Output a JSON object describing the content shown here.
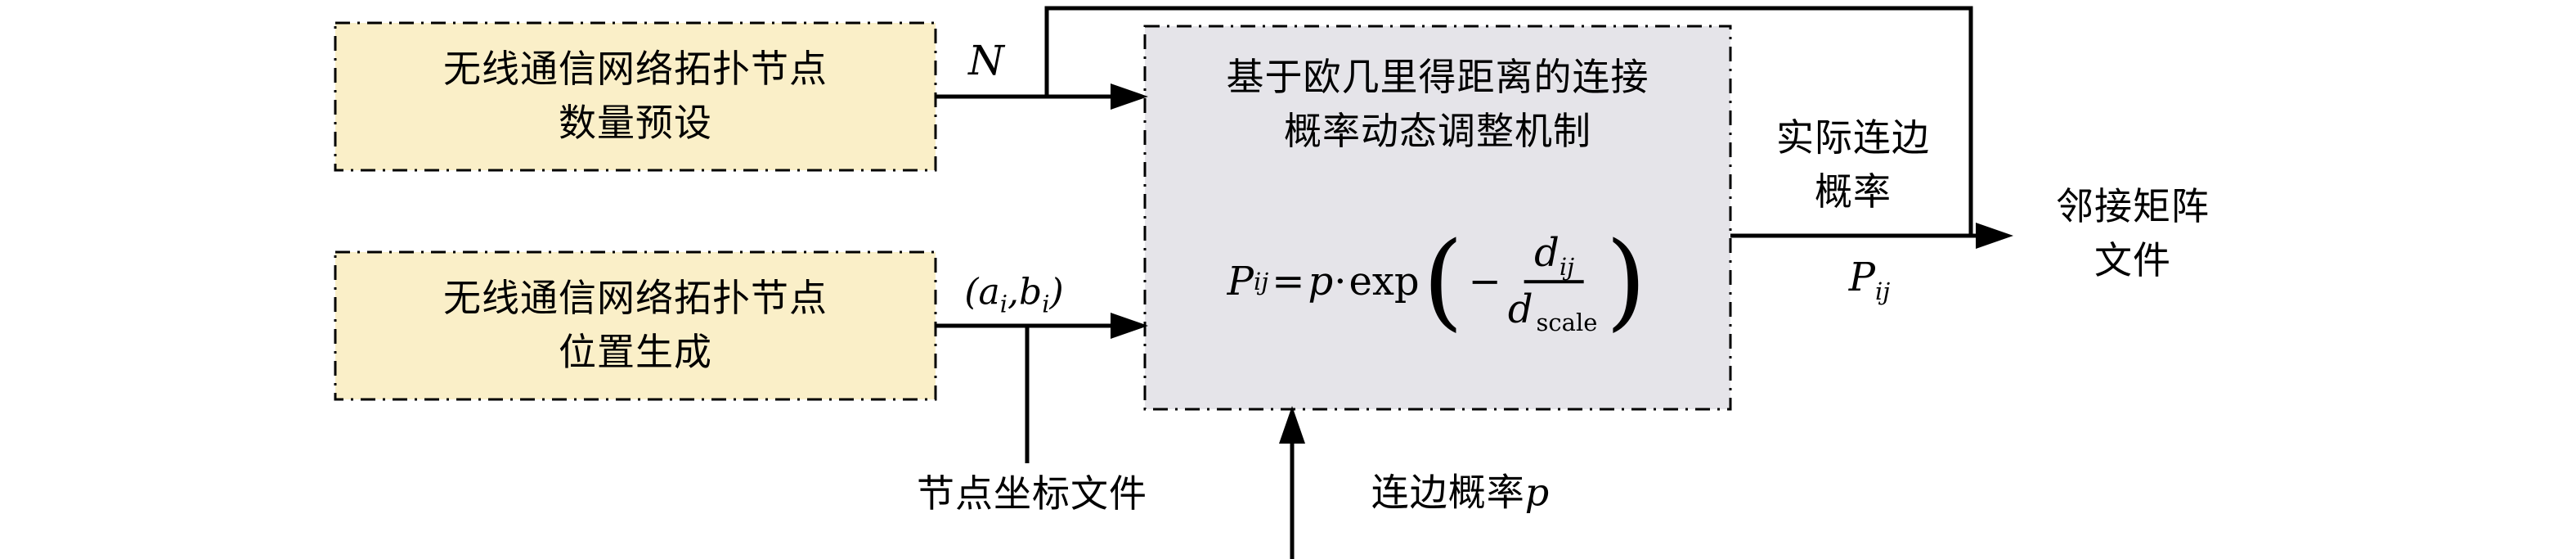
{
  "colors": {
    "box_fill_yellow": "#faefc8",
    "box_fill_gray": "#e5e4e9",
    "stroke": "#000000",
    "background": "#ffffff"
  },
  "boxes": {
    "node_count": {
      "line1": "无线通信网络拓扑节点",
      "line2": "数量预设"
    },
    "node_position": {
      "line1": "无线通信网络拓扑节点",
      "line2": "位置生成"
    },
    "mechanism": {
      "title_line1": "基于欧几里得距离的连接",
      "title_line2": "概率动态调整机制"
    }
  },
  "formula": {
    "lhs_base": "P",
    "lhs_sub": "ij",
    "equals": "=",
    "coef": "p",
    "dot": "·",
    "func": "exp",
    "lparen": "(",
    "minus": "−",
    "num_base": "d",
    "num_sub": "ij",
    "den_base": "d",
    "den_sub": "scale",
    "rparen": ")"
  },
  "labels": {
    "node_count_output": "N",
    "coords_open": "(",
    "coords_a": "a",
    "coords_a_sub": "i",
    "coords_comma": ",",
    "coords_b": "b",
    "coords_b_sub": "i",
    "coords_close": ")",
    "coord_file": "节点坐标文件",
    "edge_prob_text": "连边概率",
    "edge_prob_var": "p",
    "actual_prob_line1": "实际连边",
    "actual_prob_line2": "概率",
    "pij_base": "P",
    "pij_sub": "ij",
    "output_line1": "邻接矩阵",
    "output_line2": "文件"
  }
}
